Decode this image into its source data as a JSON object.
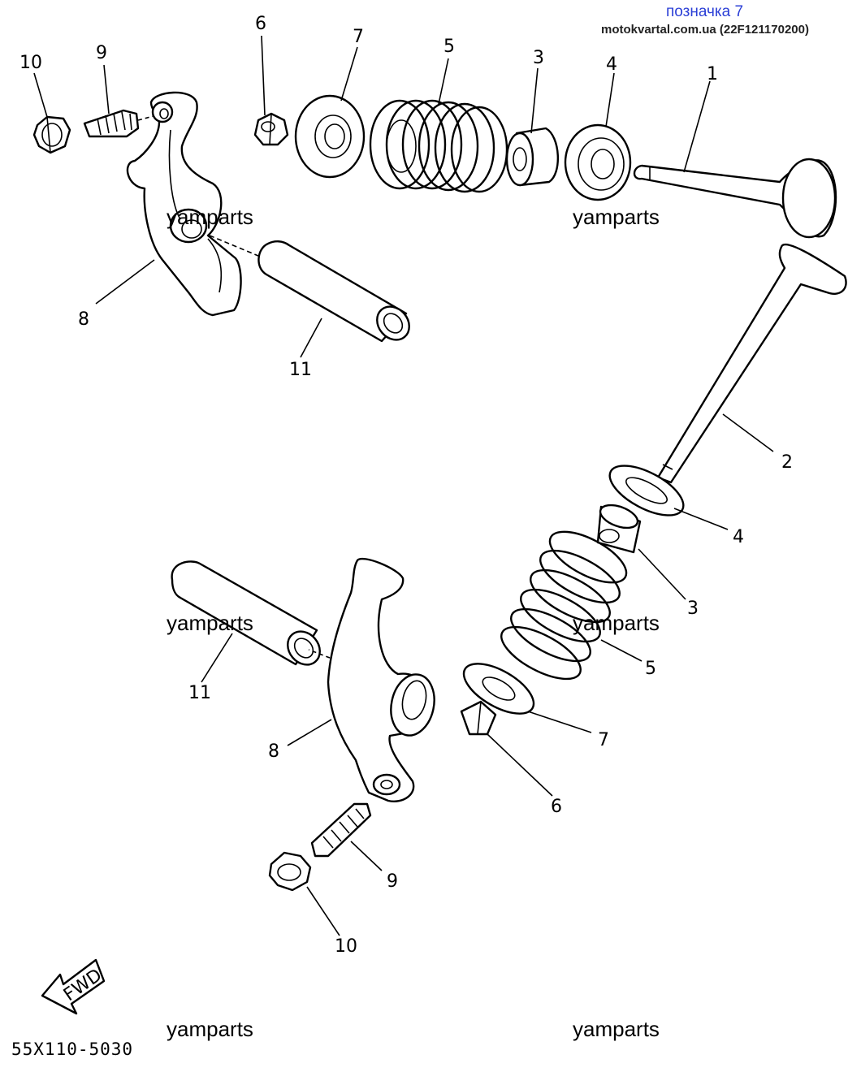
{
  "header": {
    "mark": "позначка 7",
    "source": "motokvartal.com.ua (22F121170200)"
  },
  "watermark_text": "yamparts",
  "figure_code": "55X110-5030",
  "fwd_label": "FWD",
  "callouts": {
    "top_10": "10",
    "top_9": "9",
    "top_6": "6",
    "top_7": "7",
    "top_5": "5",
    "top_3": "3",
    "top_4": "4",
    "top_1": "1",
    "top_8": "8",
    "top_11": "11",
    "right_2": "2",
    "right_4": "4",
    "right_3": "3",
    "right_5": "5",
    "right_7": "7",
    "right_6": "6",
    "bottom_11": "11",
    "bottom_8": "8",
    "bottom_9": "9",
    "bottom_10": "10"
  }
}
